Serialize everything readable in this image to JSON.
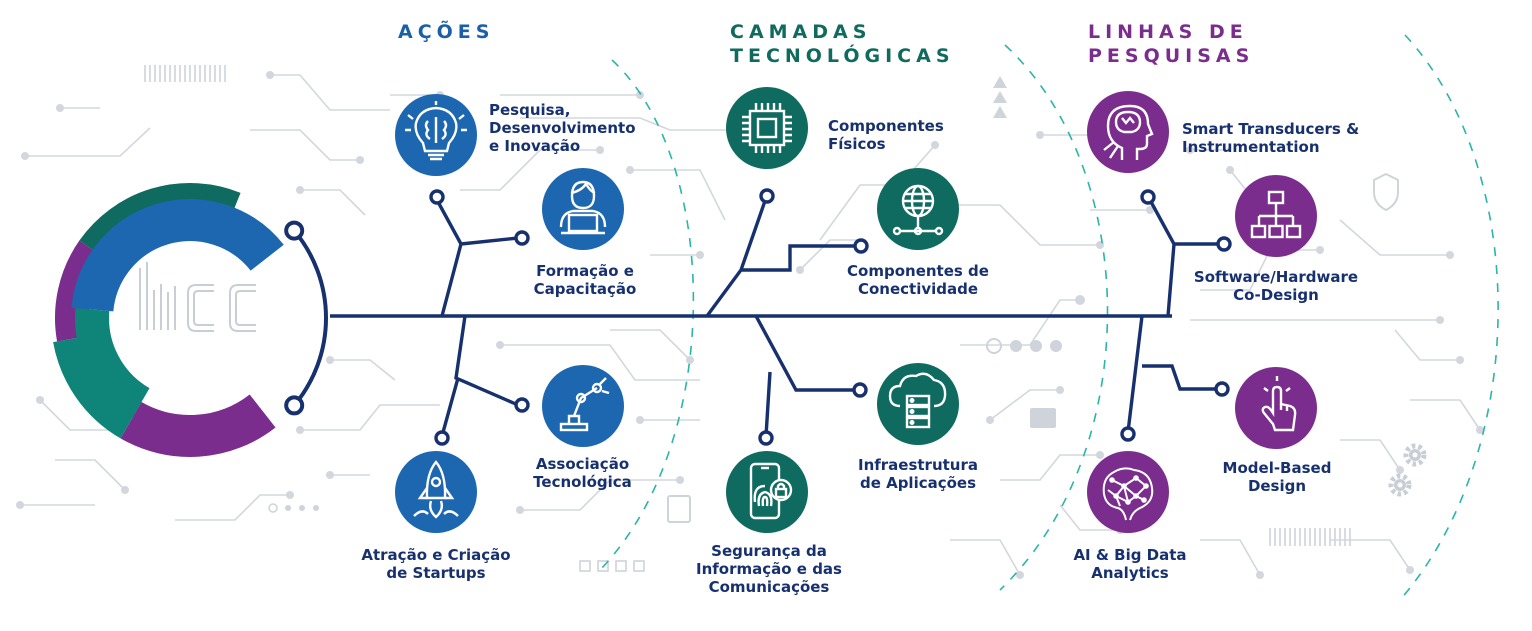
{
  "logo": {
    "text": "iiCC"
  },
  "headers": {
    "acoes": {
      "lines": [
        "AÇÕES"
      ],
      "color": "#1a5fa8"
    },
    "camadas": {
      "lines": [
        "CAMADAS",
        "TECNOLÓGICAS"
      ],
      "color": "#106a5e"
    },
    "linhas": {
      "lines": [
        "LINHAS DE",
        "PESQUISAS"
      ],
      "color": "#7b2d8e"
    }
  },
  "colors": {
    "blue": "#1d67b0",
    "teal": "#0f6b5f",
    "purple": "#7b2d8e",
    "navy": "#17306e",
    "circuit": "#d3d7dd"
  },
  "nodes": [
    {
      "id": "pdi",
      "icon": "lightbulb-brain-icon",
      "color": "#1d67b0",
      "lines": [
        "Pesquisa,",
        "Desenvolvimento",
        "e Inovação"
      ]
    },
    {
      "id": "formacao",
      "icon": "person-laptop-icon",
      "color": "#1d67b0",
      "lines": [
        "Formação e",
        "Capacitação"
      ]
    },
    {
      "id": "associacao",
      "icon": "robotic-arm-icon",
      "color": "#1d67b0",
      "lines": [
        "Associação",
        "Tecnológica"
      ]
    },
    {
      "id": "startups",
      "icon": "rocket-icon",
      "color": "#1d67b0",
      "lines": [
        "Atração e Criação",
        "de Startups"
      ]
    },
    {
      "id": "fisicos",
      "icon": "chip-icon",
      "color": "#0f6b5f",
      "lines": [
        "Componentes",
        "Físicos"
      ]
    },
    {
      "id": "conectividade",
      "icon": "globe-network-icon",
      "color": "#0f6b5f",
      "lines": [
        "Componentes de",
        "Conectividade"
      ]
    },
    {
      "id": "infra",
      "icon": "cloud-server-icon",
      "color": "#0f6b5f",
      "lines": [
        "Infraestrutura",
        "de Aplicações"
      ]
    },
    {
      "id": "seguranca",
      "icon": "phone-fingerprint-lock-icon",
      "color": "#0f6b5f",
      "lines": [
        "Segurança da",
        "Informação e das",
        "Comunicações"
      ]
    },
    {
      "id": "transducers",
      "icon": "head-circuit-icon",
      "color": "#7b2d8e",
      "lines": [
        "Smart Transducers &",
        "Instrumentation"
      ]
    },
    {
      "id": "codesign",
      "icon": "hierarchy-icon",
      "color": "#7b2d8e",
      "lines": [
        "Software/Hardware",
        "Co-Design"
      ]
    },
    {
      "id": "modelbased",
      "icon": "pointer-hand-icon",
      "color": "#7b2d8e",
      "lines": [
        "Model-Based",
        "Design"
      ]
    },
    {
      "id": "aibigdata",
      "icon": "brain-network-icon",
      "color": "#7b2d8e",
      "lines": [
        "AI & Big Data",
        "Analytics"
      ]
    }
  ]
}
